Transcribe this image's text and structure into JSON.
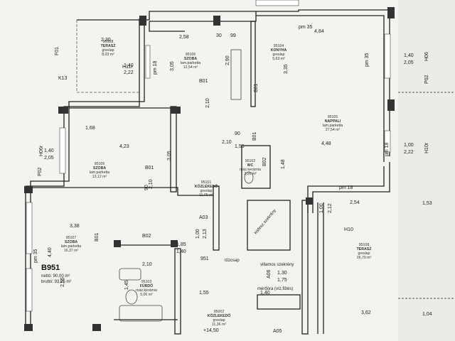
{
  "plan": {
    "apartment_id": "B951",
    "net_area": "nettó: 90,00 m²",
    "gross_area": "bruttó: 93,25 m²"
  },
  "rooms": [
    {
      "id": "95108",
      "name": "TERASZ",
      "floor": "greslap",
      "area": "8,03 m²"
    },
    {
      "id": "95106",
      "name": "SZOBA",
      "floor": "lam.parketta",
      "area": "12,54 m²"
    },
    {
      "id": "95104",
      "name": "KONYHA",
      "floor": "greslap",
      "area": "5,63 m²"
    },
    {
      "id": "95105",
      "name": "NAPPALI",
      "floor": "lam.parketta",
      "area": "27,54 m²"
    },
    {
      "id": "95106",
      "name": "SZOBA",
      "floor": "lam.parketta",
      "area": "13,12 m²"
    },
    {
      "id": "95101",
      "name": "KÖZLEKEDŐ",
      "floor": "greslap",
      "area": "11,45 m²"
    },
    {
      "id": "95102",
      "name": "WC",
      "floor": "máz.kerámia",
      "area": "2,06 m²"
    },
    {
      "id": "95107",
      "name": "SZOBA",
      "floor": "lam.parketta",
      "area": "16,37 m²"
    },
    {
      "id": "95103",
      "name": "FÜRDŐ",
      "floor": "máz.kerámia",
      "area": "5,06 m²"
    },
    {
      "id": "95108",
      "name": "TERASZ",
      "floor": "greslap",
      "area": "26,70 m²"
    },
    {
      "id": "95002",
      "name": "KÖZLEKEDŐ",
      "floor": "greslap",
      "area": "11,36 m²"
    }
  ],
  "labels": {
    "pm35_top": "pm 35",
    "pm35_right": "pm 35",
    "pm35_left": "pm 35",
    "pm18_a": "pm 18",
    "pm18_b": "pm 18",
    "pm18_c": "pm 18",
    "b01_a": "B01",
    "b01_b": "B01",
    "b01_c": "B01",
    "b01_d": "B01",
    "b02_a": "B02",
    "b02_b": "B02",
    "a03": "A03",
    "a06": "A06",
    "a05": "A05",
    "h10": "H10",
    "h11r": "H11r",
    "k13": "K13",
    "f01": "F01",
    "h06r": "H06r",
    "p02_left": "P02",
    "p02_right": "P02",
    "h06_right": "H06",
    "h10r": "H10r",
    "b01_e": "B01",
    "villamos": "villamos szekrény",
    "merora": "mérőóra (víz,fűtés)",
    "tuzcsap": "tűzcsap",
    "b951_small": "951",
    "kisfesz": "kisfesz.szekrény"
  },
  "dims": {
    "d230": "2,30",
    "d258": "2,58",
    "d484": "4,84",
    "d305a": "3,05",
    "d290": "2,90",
    "d335": "3,35",
    "d140a": "1,40",
    "d222": "2,22",
    "d140b": "1,40",
    "d205a": "2,05",
    "d168": "1,68",
    "d423": "4,23",
    "d305b": "3,05",
    "d448": "4,48",
    "d210a": "2,10",
    "d140c": "1,40",
    "d205b": "2,05",
    "d148": "1,48",
    "d100a": "1,00",
    "d222b": "2,22",
    "d338": "3,38",
    "d440": "4,40",
    "d255": "2,55",
    "d210b": "2,10",
    "d145": "1,45",
    "d155": "1,55",
    "d213": "2,13",
    "d100b": "1,00",
    "d254": "2,54",
    "d153": "1,53",
    "d104": "1,04",
    "d362": "3,62",
    "d130": "1,30",
    "d175": "1,75",
    "d140d": "1,40",
    "d100c": "1,00",
    "d212": "2,12",
    "d30a": "30",
    "d99": "99",
    "d90a": "90",
    "d90b": "90",
    "d145b": "+14,50",
    "d210c": "2,10",
    "d155b": "1,55",
    "d185": "1,85",
    "d140e": "1,40",
    "d210d": "2,10"
  }
}
